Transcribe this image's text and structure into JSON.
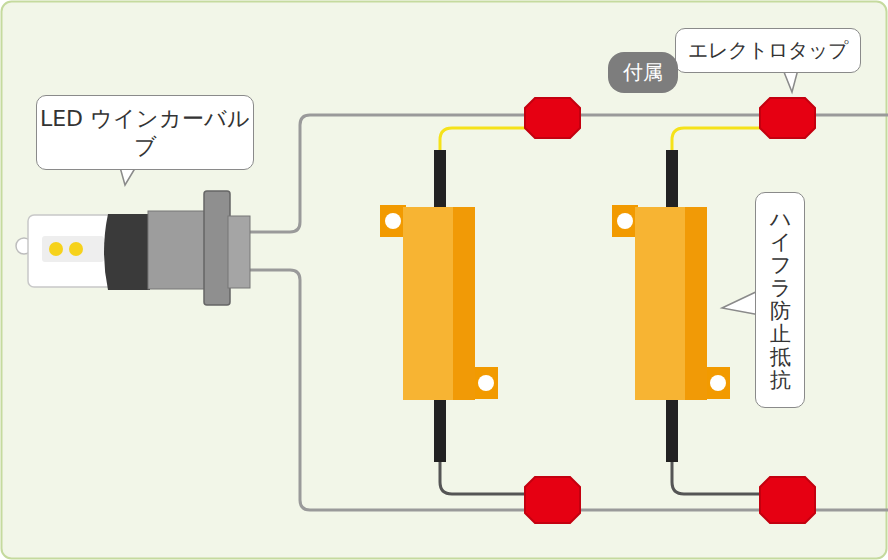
{
  "diagram": {
    "nodes": [
      {
        "text": [
          "LED ウインカーバルブ"
        ]
      },
      {
        "text": [
          "付属"
        ]
      },
      {
        "text": [
          "エレクトロタップ"
        ]
      },
      {
        "text": [
          "ハイフラ防止抵抗"
        ]
      }
    ]
  }
}
